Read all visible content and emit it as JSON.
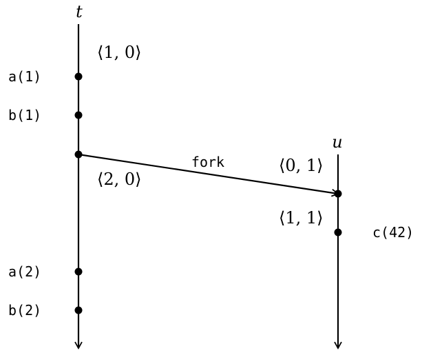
{
  "processes": {
    "t": {
      "label": "t"
    },
    "u": {
      "label": "u"
    }
  },
  "events_t": [
    {
      "label": "a(1)"
    },
    {
      "label": "b(1)"
    },
    {
      "label": "a(2)"
    },
    {
      "label": "b(2)"
    }
  ],
  "events_u": [
    {
      "label": "c(42)"
    }
  ],
  "message": {
    "label": "fork"
  },
  "vector_clocks": {
    "t_initial": "⟨1, 0⟩",
    "t_after_fork": "⟨2, 0⟩",
    "u_initial": "⟨0, 1⟩",
    "u_after_receive": "⟨1, 1⟩"
  }
}
